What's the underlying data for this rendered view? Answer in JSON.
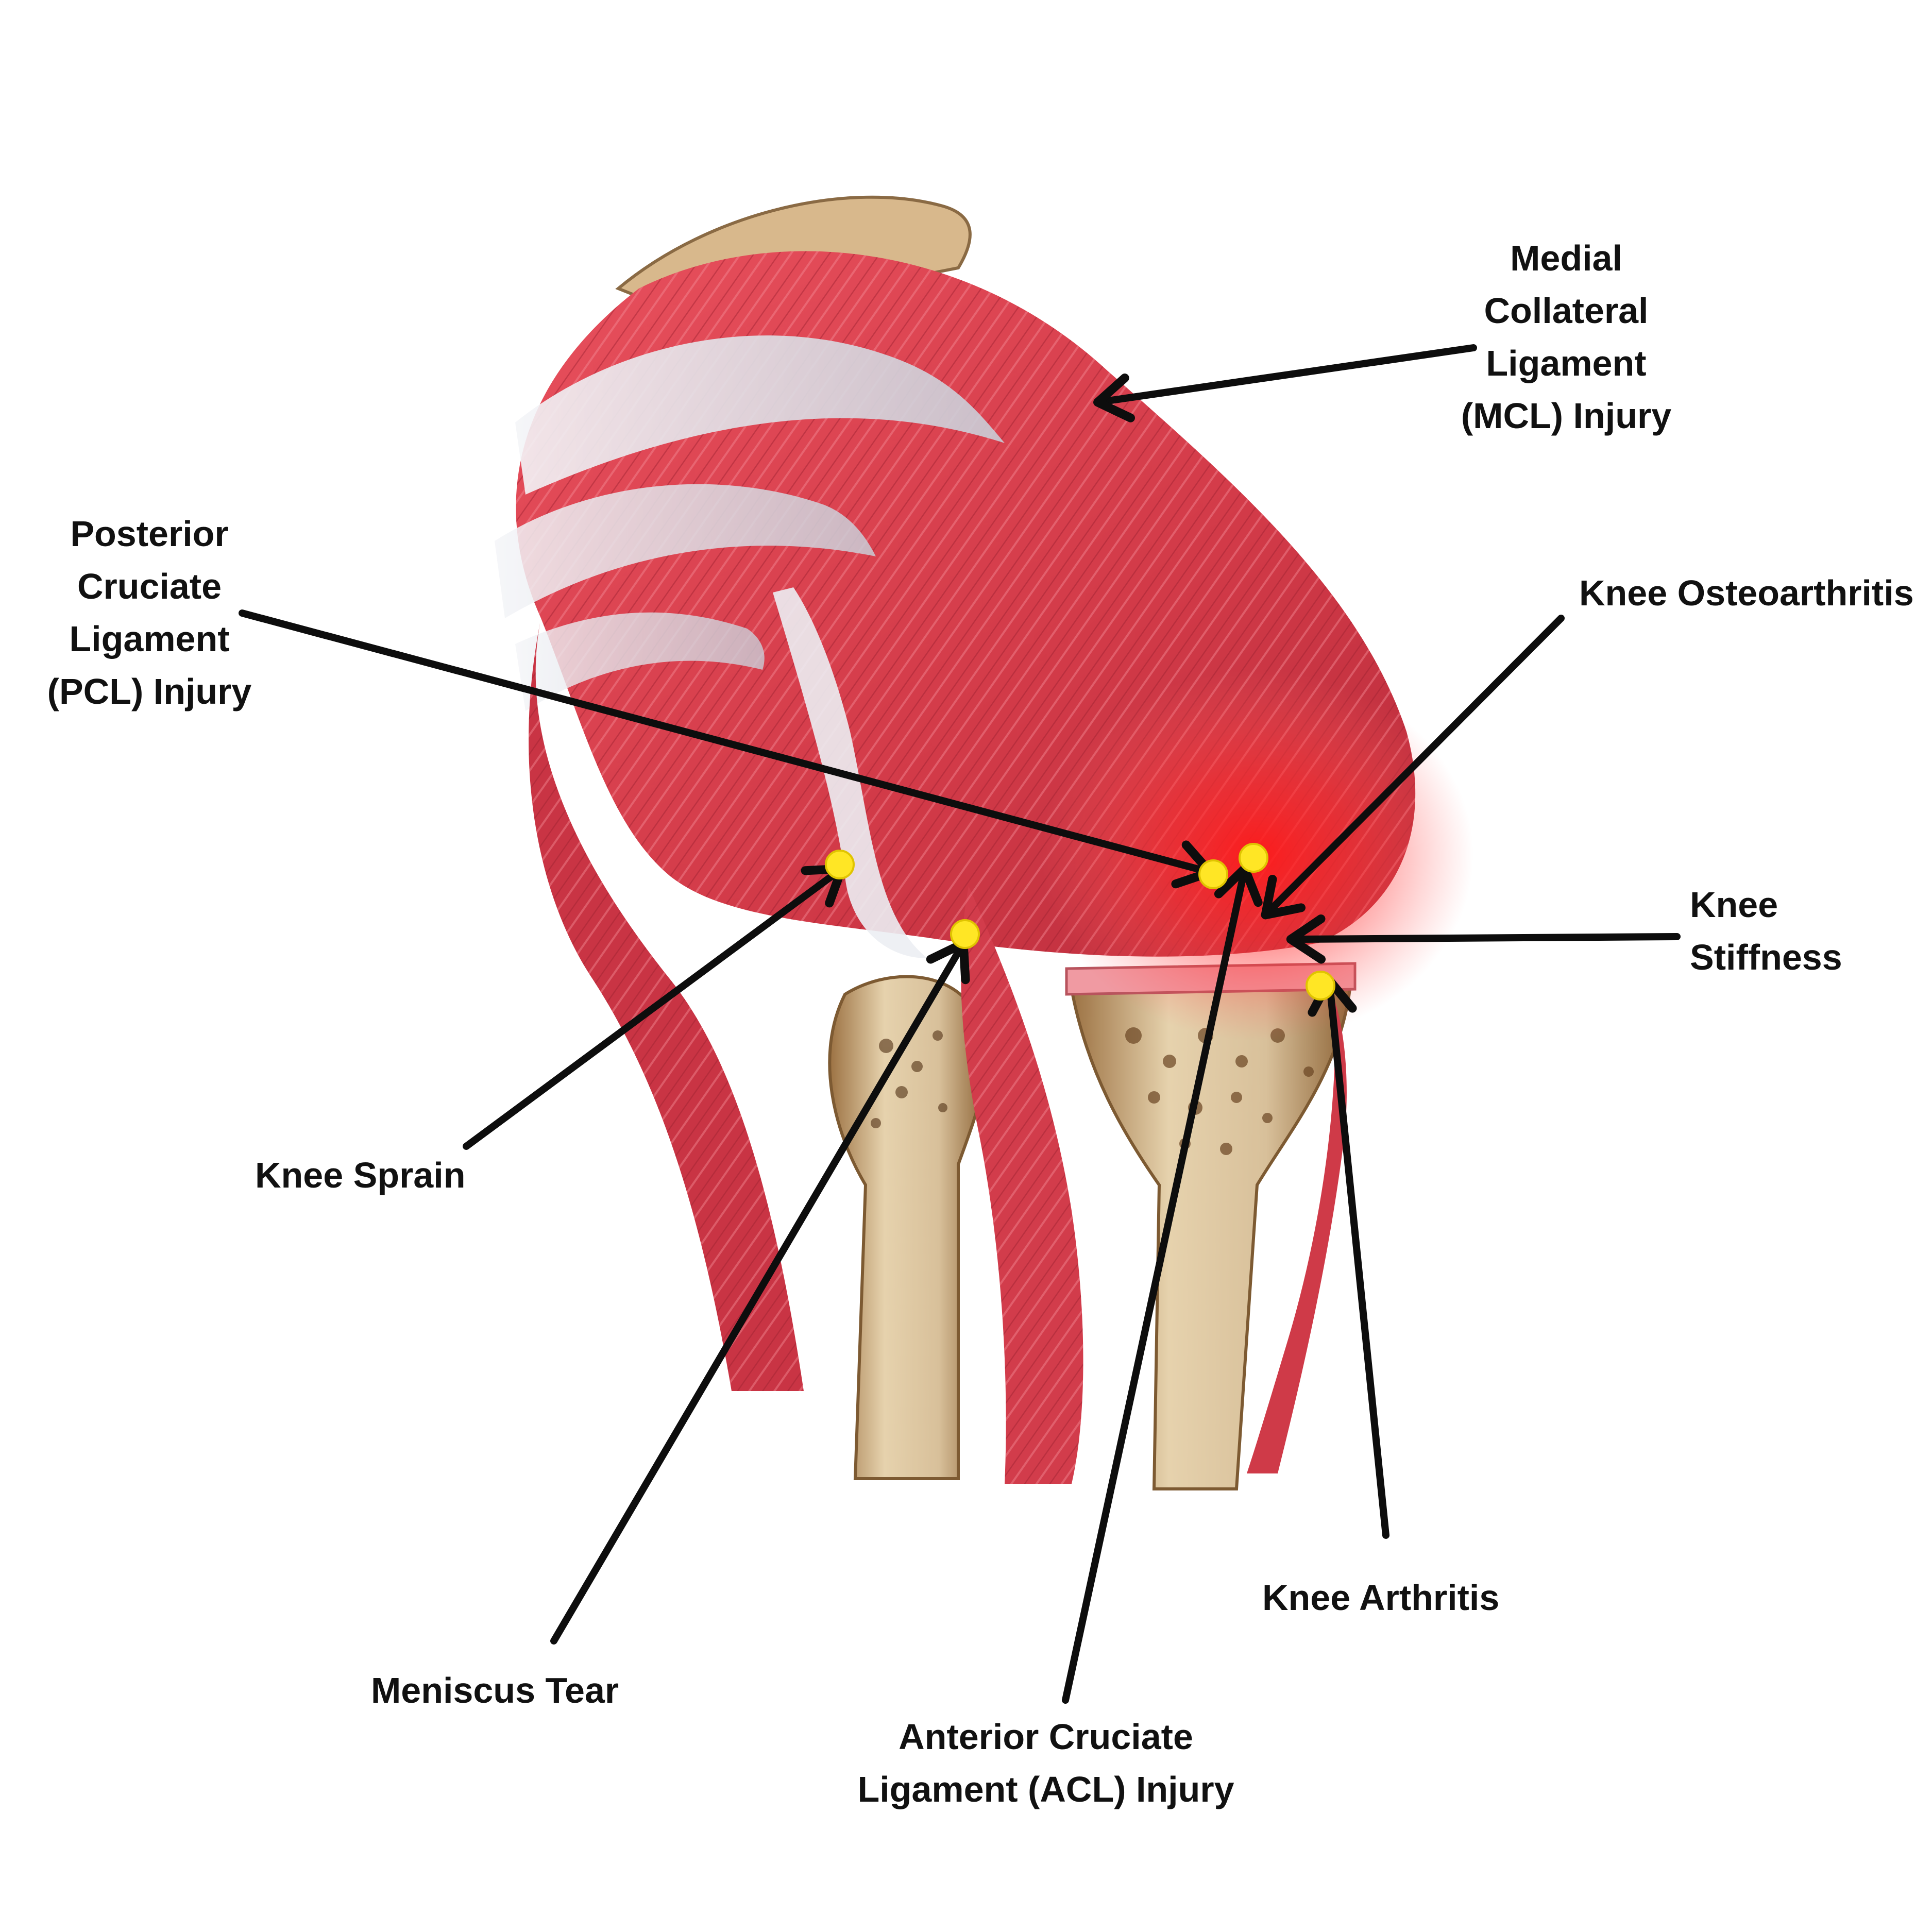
{
  "labels": {
    "mcl": [
      "Medial",
      "Collateral",
      "Ligament",
      "(MCL) Injury"
    ],
    "pcl": [
      "Posterior",
      "Cruciate",
      "Ligament",
      "(PCL) Injury"
    ],
    "osteoarthritis": "Knee Osteoarthritis",
    "stiffness": [
      "Knee",
      "Stiffness"
    ],
    "sprain": "Knee Sprain",
    "arthritis": "Knee Arthritis",
    "meniscus": "Meniscus Tear",
    "acl": [
      "Anterior Cruciate",
      "Ligament (ACL) Injury"
    ]
  },
  "colors": {
    "background": "#ffffff",
    "muscle": "#d8414f",
    "muscle_light": "#ef7b85",
    "tendon": "#e6e8ee",
    "bone": "#d9c29b",
    "bone_dark": "#a27a4a",
    "marker": "#ffe625",
    "arrow": "#0d0d0d",
    "inflammation": "#ff2a2a"
  },
  "icons": [
    "injury-marker-icon",
    "arrow-icon"
  ]
}
